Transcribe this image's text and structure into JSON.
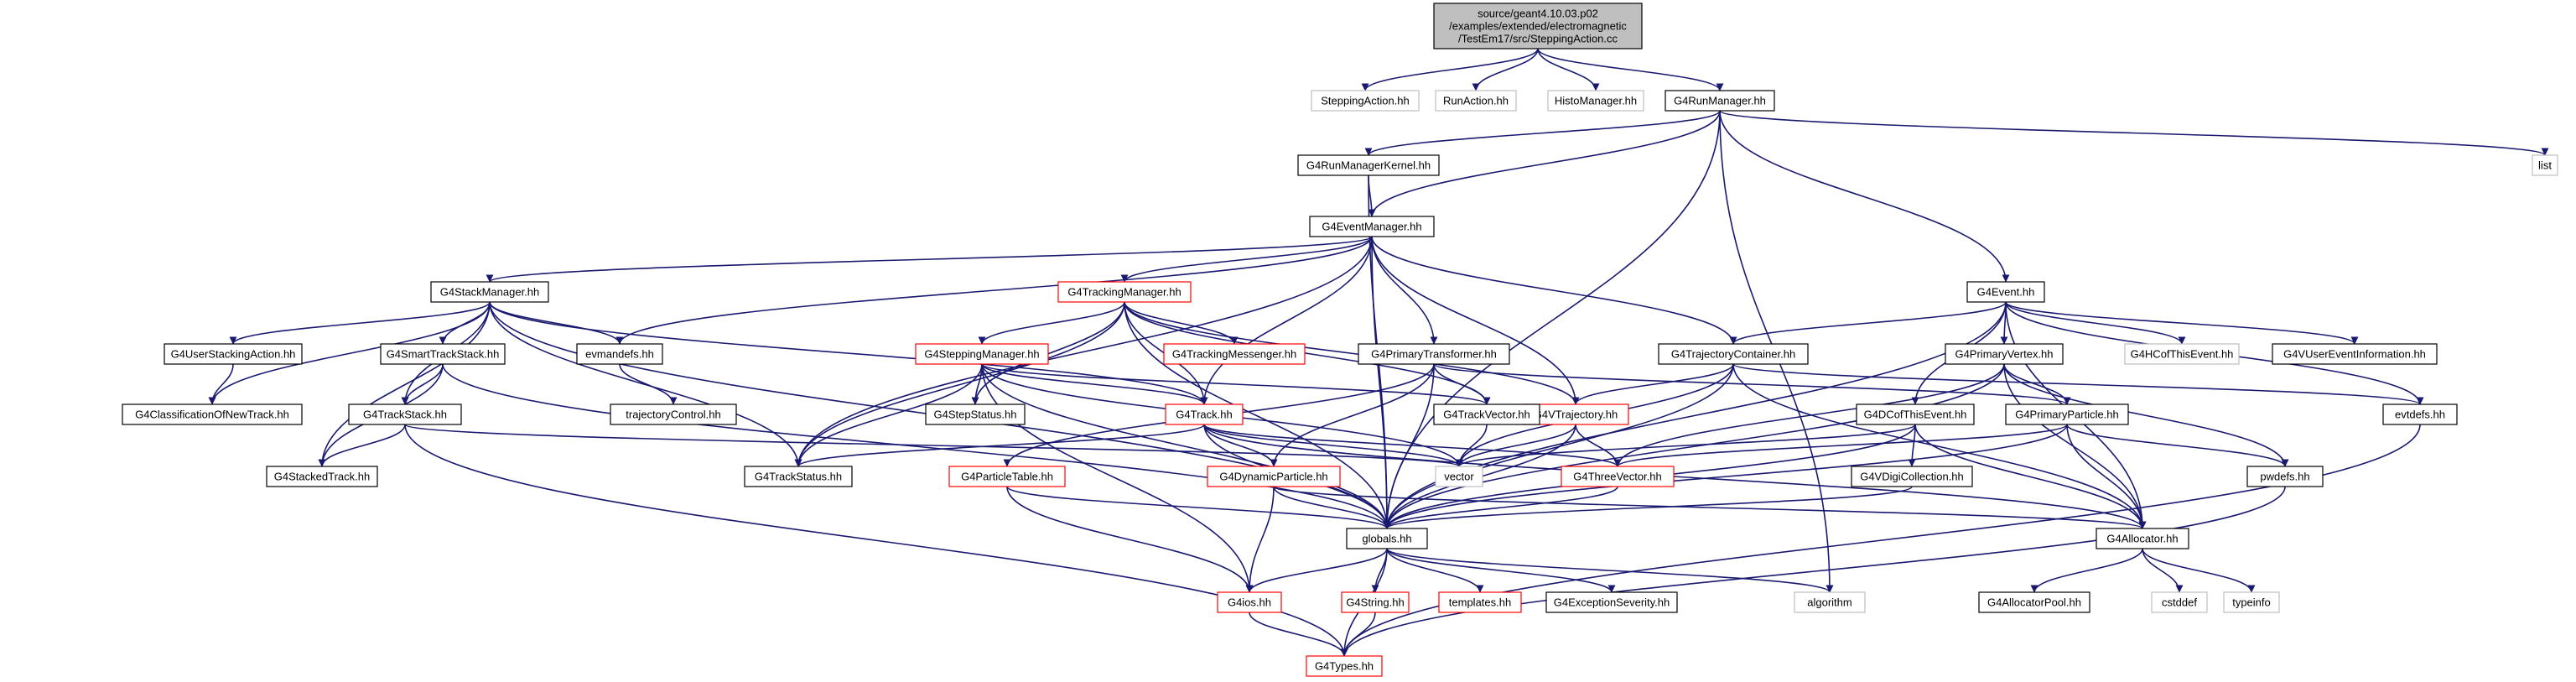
{
  "graph": {
    "colors": {
      "edge": "#191970",
      "root_fill": "#bfbfbf",
      "border_normal": "#000000",
      "border_truncated": "#ff0000",
      "border_external": "#bfbfbf"
    },
    "nodes": [
      {
        "id": "root",
        "lines": [
          "source/geant4.10.03.p02",
          "/examples/extended/electromagnetic",
          "/TestEm17/src/SteppingAction.cc"
        ],
        "style": "root"
      },
      {
        "id": "SteppingAction",
        "lines": [
          "SteppingAction.hh"
        ],
        "style": "external"
      },
      {
        "id": "RunAction",
        "lines": [
          "RunAction.hh"
        ],
        "style": "external"
      },
      {
        "id": "HistoManager",
        "lines": [
          "HistoManager.hh"
        ],
        "style": "external"
      },
      {
        "id": "G4RunManager",
        "lines": [
          "G4RunManager.hh"
        ],
        "style": "normal"
      },
      {
        "id": "list",
        "lines": [
          "list"
        ],
        "style": "external"
      },
      {
        "id": "G4RunManagerKernel",
        "lines": [
          "G4RunManagerKernel.hh"
        ],
        "style": "normal"
      },
      {
        "id": "G4EventManager",
        "lines": [
          "G4EventManager.hh"
        ],
        "style": "normal"
      },
      {
        "id": "G4Event",
        "lines": [
          "G4Event.hh"
        ],
        "style": "normal"
      },
      {
        "id": "G4StackManager",
        "lines": [
          "G4StackManager.hh"
        ],
        "style": "normal"
      },
      {
        "id": "G4TrackingManager",
        "lines": [
          "G4TrackingManager.hh"
        ],
        "style": "truncated"
      },
      {
        "id": "G4TrajectoryContainer",
        "lines": [
          "G4TrajectoryContainer.hh"
        ],
        "style": "normal"
      },
      {
        "id": "G4PrimaryVertex",
        "lines": [
          "G4PrimaryVertex.hh"
        ],
        "style": "normal"
      },
      {
        "id": "G4HCofThisEvent",
        "lines": [
          "G4HCofThisEvent.hh"
        ],
        "style": "external"
      },
      {
        "id": "G4VUserEventInformation",
        "lines": [
          "G4VUserEventInformation.hh"
        ],
        "style": "normal"
      },
      {
        "id": "G4UserStackingAction",
        "lines": [
          "G4UserStackingAction.hh"
        ],
        "style": "normal"
      },
      {
        "id": "G4SmartTrackStack",
        "lines": [
          "G4SmartTrackStack.hh"
        ],
        "style": "normal"
      },
      {
        "id": "evmandefs",
        "lines": [
          "evmandefs.hh"
        ],
        "style": "normal"
      },
      {
        "id": "G4SteppingManager",
        "lines": [
          "G4SteppingManager.hh"
        ],
        "style": "truncated"
      },
      {
        "id": "G4TrackingMessenger",
        "lines": [
          "G4TrackingMessenger.hh"
        ],
        "style": "truncated"
      },
      {
        "id": "G4PrimaryTransformer",
        "lines": [
          "G4PrimaryTransformer.hh"
        ],
        "style": "normal"
      },
      {
        "id": "G4VTrajectory",
        "lines": [
          "G4VTrajectory.hh"
        ],
        "style": "truncated"
      },
      {
        "id": "G4DCofThisEvent",
        "lines": [
          "G4DCofThisEvent.hh"
        ],
        "style": "normal"
      },
      {
        "id": "G4PrimaryParticle",
        "lines": [
          "G4PrimaryParticle.hh"
        ],
        "style": "normal"
      },
      {
        "id": "evtdefs",
        "lines": [
          "evtdefs.hh"
        ],
        "style": "normal"
      },
      {
        "id": "G4ClassificationOfNewTrack",
        "lines": [
          "G4ClassificationOfNewTrack.hh"
        ],
        "style": "normal"
      },
      {
        "id": "trajectoryControl",
        "lines": [
          "trajectoryControl.hh"
        ],
        "style": "normal"
      },
      {
        "id": "G4TrackStack",
        "lines": [
          "G4TrackStack.hh"
        ],
        "style": "normal"
      },
      {
        "id": "G4StepStatus",
        "lines": [
          "G4StepStatus.hh"
        ],
        "style": "normal"
      },
      {
        "id": "G4Track",
        "lines": [
          "G4Track.hh"
        ],
        "style": "truncated"
      },
      {
        "id": "G4TrackVector",
        "lines": [
          "G4TrackVector.hh"
        ],
        "style": "normal"
      },
      {
        "id": "vector",
        "lines": [
          "vector"
        ],
        "style": "external"
      },
      {
        "id": "G4ThreeVector",
        "lines": [
          "G4ThreeVector.hh"
        ],
        "style": "truncated"
      },
      {
        "id": "G4VDigiCollection",
        "lines": [
          "G4VDigiCollection.hh"
        ],
        "style": "normal"
      },
      {
        "id": "pwdefs",
        "lines": [
          "pwdefs.hh"
        ],
        "style": "normal"
      },
      {
        "id": "G4StackedTrack",
        "lines": [
          "G4StackedTrack.hh"
        ],
        "style": "normal"
      },
      {
        "id": "G4TrackStatus",
        "lines": [
          "G4TrackStatus.hh"
        ],
        "style": "normal"
      },
      {
        "id": "G4ParticleTable",
        "lines": [
          "G4ParticleTable.hh"
        ],
        "style": "truncated"
      },
      {
        "id": "G4DynamicParticle",
        "lines": [
          "G4DynamicParticle.hh"
        ],
        "style": "truncated"
      },
      {
        "id": "globals",
        "lines": [
          "globals.hh"
        ],
        "style": "normal"
      },
      {
        "id": "G4Allocator",
        "lines": [
          "G4Allocator.hh"
        ],
        "style": "normal"
      },
      {
        "id": "G4ios",
        "lines": [
          "G4ios.hh"
        ],
        "style": "truncated"
      },
      {
        "id": "G4String",
        "lines": [
          "G4String.hh"
        ],
        "style": "truncated"
      },
      {
        "id": "templates",
        "lines": [
          "templates.hh"
        ],
        "style": "truncated"
      },
      {
        "id": "G4ExceptionSeverity",
        "lines": [
          "G4ExceptionSeverity.hh"
        ],
        "style": "normal"
      },
      {
        "id": "algorithm",
        "lines": [
          "algorithm"
        ],
        "style": "external"
      },
      {
        "id": "G4AllocatorPool",
        "lines": [
          "G4AllocatorPool.hh"
        ],
        "style": "normal"
      },
      {
        "id": "cstddef",
        "lines": [
          "cstddef"
        ],
        "style": "external"
      },
      {
        "id": "typeinfo",
        "lines": [
          "typeinfo"
        ],
        "style": "external"
      },
      {
        "id": "G4Types",
        "lines": [
          "G4Types.hh"
        ],
        "style": "truncated"
      }
    ],
    "edges": [
      [
        "root",
        "SteppingAction"
      ],
      [
        "root",
        "RunAction"
      ],
      [
        "root",
        "HistoManager"
      ],
      [
        "root",
        "G4RunManager"
      ],
      [
        "G4RunManager",
        "G4RunManagerKernel"
      ],
      [
        "G4RunManager",
        "G4EventManager"
      ],
      [
        "G4RunManager",
        "G4Event"
      ],
      [
        "G4RunManager",
        "list"
      ],
      [
        "G4RunManager",
        "globals"
      ],
      [
        "G4RunManager",
        "algorithm"
      ],
      [
        "G4RunManagerKernel",
        "G4EventManager"
      ],
      [
        "G4RunManagerKernel",
        "globals"
      ],
      [
        "G4EventManager",
        "G4StackManager"
      ],
      [
        "G4EventManager",
        "G4TrackingManager"
      ],
      [
        "G4EventManager",
        "evmandefs"
      ],
      [
        "G4EventManager",
        "G4TrackStatus"
      ],
      [
        "G4EventManager",
        "G4Track"
      ],
      [
        "G4EventManager",
        "G4PrimaryTransformer"
      ],
      [
        "G4EventManager",
        "G4VTrajectory"
      ],
      [
        "G4EventManager",
        "G4TrajectoryContainer"
      ],
      [
        "G4EventManager",
        "globals"
      ],
      [
        "G4Event",
        "G4TrajectoryContainer"
      ],
      [
        "G4Event",
        "G4PrimaryVertex"
      ],
      [
        "G4Event",
        "G4HCofThisEvent"
      ],
      [
        "G4Event",
        "G4VUserEventInformation"
      ],
      [
        "G4Event",
        "evtdefs"
      ],
      [
        "G4Event",
        "G4DCofThisEvent"
      ],
      [
        "G4Event",
        "globals"
      ],
      [
        "G4Event",
        "G4Allocator"
      ],
      [
        "G4StackManager",
        "G4UserStackingAction"
      ],
      [
        "G4StackManager",
        "G4ClassificationOfNewTrack"
      ],
      [
        "G4StackManager",
        "G4SmartTrackStack"
      ],
      [
        "G4StackManager",
        "G4TrackStack"
      ],
      [
        "G4StackManager",
        "G4StackedTrack"
      ],
      [
        "G4StackManager",
        "evmandefs"
      ],
      [
        "G4StackManager",
        "G4TrackStatus"
      ],
      [
        "G4StackManager",
        "G4Track"
      ],
      [
        "G4StackManager",
        "globals"
      ],
      [
        "G4UserStackingAction",
        "G4ClassificationOfNewTrack"
      ],
      [
        "G4SmartTrackStack",
        "G4TrackStack"
      ],
      [
        "G4SmartTrackStack",
        "G4StackedTrack"
      ],
      [
        "G4SmartTrackStack",
        "globals"
      ],
      [
        "G4TrackStack",
        "G4StackedTrack"
      ],
      [
        "G4TrackStack",
        "vector"
      ],
      [
        "G4TrackStack",
        "G4Types"
      ],
      [
        "evmandefs",
        "trajectoryControl"
      ],
      [
        "G4TrackingManager",
        "G4SteppingManager"
      ],
      [
        "G4TrackingManager",
        "G4TrackingMessenger"
      ],
      [
        "G4TrackingManager",
        "G4Track"
      ],
      [
        "G4TrackingManager",
        "G4TrackVector"
      ],
      [
        "G4TrackingManager",
        "G4VTrajectory"
      ],
      [
        "G4TrackingManager",
        "G4StepStatus"
      ],
      [
        "G4TrackingManager",
        "G4TrackStatus"
      ],
      [
        "G4TrackingManager",
        "globals"
      ],
      [
        "G4SteppingManager",
        "G4StepStatus"
      ],
      [
        "G4SteppingManager",
        "G4TrackStatus"
      ],
      [
        "G4SteppingManager",
        "G4Track"
      ],
      [
        "G4SteppingManager",
        "G4TrackVector"
      ],
      [
        "G4SteppingManager",
        "globals"
      ],
      [
        "G4SteppingManager",
        "G4ios"
      ],
      [
        "G4SteppingManager",
        "vector"
      ],
      [
        "G4PrimaryTransformer",
        "G4TrackVector"
      ],
      [
        "G4PrimaryTransformer",
        "G4PrimaryParticle"
      ],
      [
        "G4PrimaryTransformer",
        "G4ParticleTable"
      ],
      [
        "G4PrimaryTransformer",
        "G4DynamicParticle"
      ],
      [
        "G4PrimaryTransformer",
        "globals"
      ],
      [
        "G4TrajectoryContainer",
        "G4VTrajectory"
      ],
      [
        "G4TrajectoryContainer",
        "vector"
      ],
      [
        "G4TrajectoryContainer",
        "globals"
      ],
      [
        "G4TrajectoryContainer",
        "G4Allocator"
      ],
      [
        "G4TrajectoryContainer",
        "evtdefs"
      ],
      [
        "G4PrimaryVertex",
        "G4PrimaryParticle"
      ],
      [
        "G4PrimaryVertex",
        "G4ThreeVector"
      ],
      [
        "G4PrimaryVertex",
        "globals"
      ],
      [
        "G4PrimaryVertex",
        "G4Allocator"
      ],
      [
        "G4PrimaryVertex",
        "pwdefs"
      ],
      [
        "G4DCofThisEvent",
        "G4VDigiCollection"
      ],
      [
        "G4DCofThisEvent",
        "vector"
      ],
      [
        "G4DCofThisEvent",
        "globals"
      ],
      [
        "G4DCofThisEvent",
        "G4Allocator"
      ],
      [
        "G4PrimaryParticle",
        "G4ThreeVector"
      ],
      [
        "G4PrimaryParticle",
        "globals"
      ],
      [
        "G4PrimaryParticle",
        "G4Allocator"
      ],
      [
        "G4PrimaryParticle",
        "pwdefs"
      ],
      [
        "G4VTrajectory",
        "vector"
      ],
      [
        "G4VTrajectory",
        "G4ThreeVector"
      ],
      [
        "G4VTrajectory",
        "globals"
      ],
      [
        "G4Track",
        "G4TrackStatus"
      ],
      [
        "G4Track",
        "G4DynamicParticle"
      ],
      [
        "G4Track",
        "G4ThreeVector"
      ],
      [
        "G4Track",
        "globals"
      ],
      [
        "G4Track",
        "G4Allocator"
      ],
      [
        "G4Track",
        "vector"
      ],
      [
        "G4TrackVector",
        "vector"
      ],
      [
        "G4ThreeVector",
        "globals"
      ],
      [
        "G4VDigiCollection",
        "globals"
      ],
      [
        "G4DynamicParticle",
        "globals"
      ],
      [
        "G4DynamicParticle",
        "G4Allocator"
      ],
      [
        "G4DynamicParticle",
        "G4ios"
      ],
      [
        "G4ParticleTable",
        "globals"
      ],
      [
        "G4ParticleTable",
        "G4ios"
      ],
      [
        "globals",
        "G4ios"
      ],
      [
        "globals",
        "G4String"
      ],
      [
        "globals",
        "templates"
      ],
      [
        "globals",
        "G4ExceptionSeverity"
      ],
      [
        "globals",
        "algorithm"
      ],
      [
        "globals",
        "G4Types"
      ],
      [
        "G4ios",
        "G4Types"
      ],
      [
        "G4String",
        "G4Types"
      ],
      [
        "G4Allocator",
        "G4AllocatorPool"
      ],
      [
        "G4Allocator",
        "cstddef"
      ],
      [
        "G4Allocator",
        "typeinfo"
      ],
      [
        "pwdefs",
        "G4Types"
      ],
      [
        "evtdefs",
        "G4Types"
      ]
    ]
  }
}
